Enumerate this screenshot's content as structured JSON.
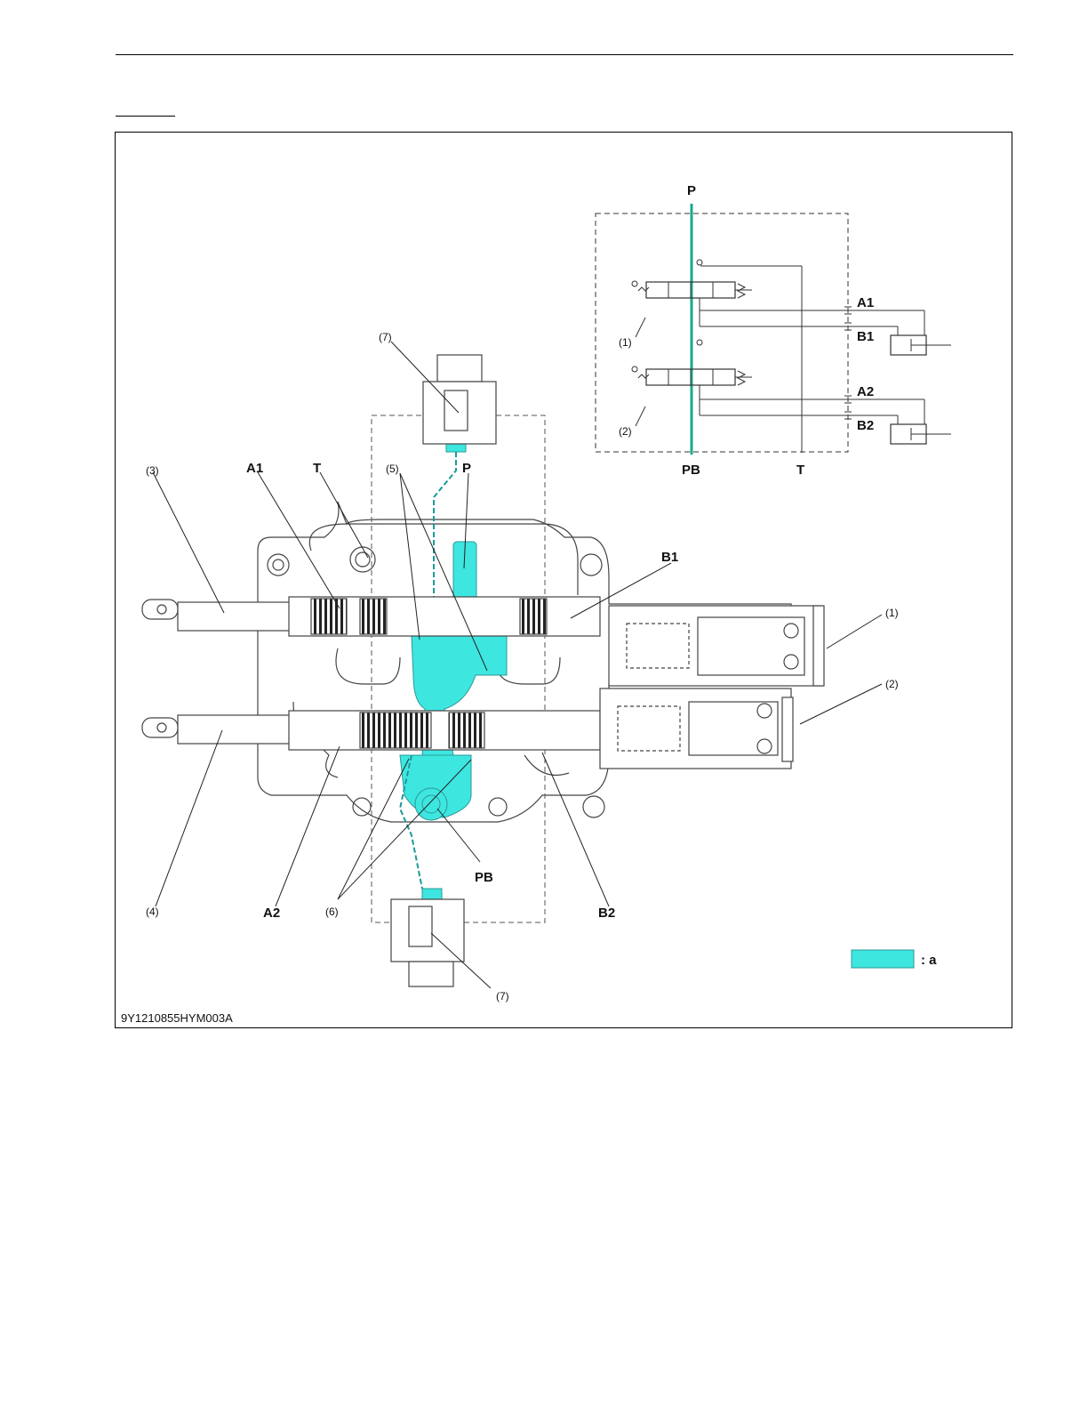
{
  "figure": {
    "id": "9Y1210855HYM003A",
    "legend": {
      "label": ": a",
      "color": "#3ee6e0"
    },
    "callouts": {
      "c1": "(1)",
      "c2": "(2)",
      "c3": "(3)",
      "c4": "(4)",
      "c5": "(5)",
      "c6": "(6)",
      "c7top": "(7)",
      "c7bot": "(7)"
    },
    "ports": {
      "A1": "A1",
      "T": "T",
      "P": "P",
      "B1": "B1",
      "A2": "A2",
      "PB": "PB",
      "B2": "B2"
    },
    "schematic": {
      "P": "P",
      "A1": "A1",
      "B1": "B1",
      "A2": "A2",
      "B2": "B2",
      "PB": "PB",
      "T": "T",
      "c1": "(1)",
      "c2": "(2)"
    }
  }
}
